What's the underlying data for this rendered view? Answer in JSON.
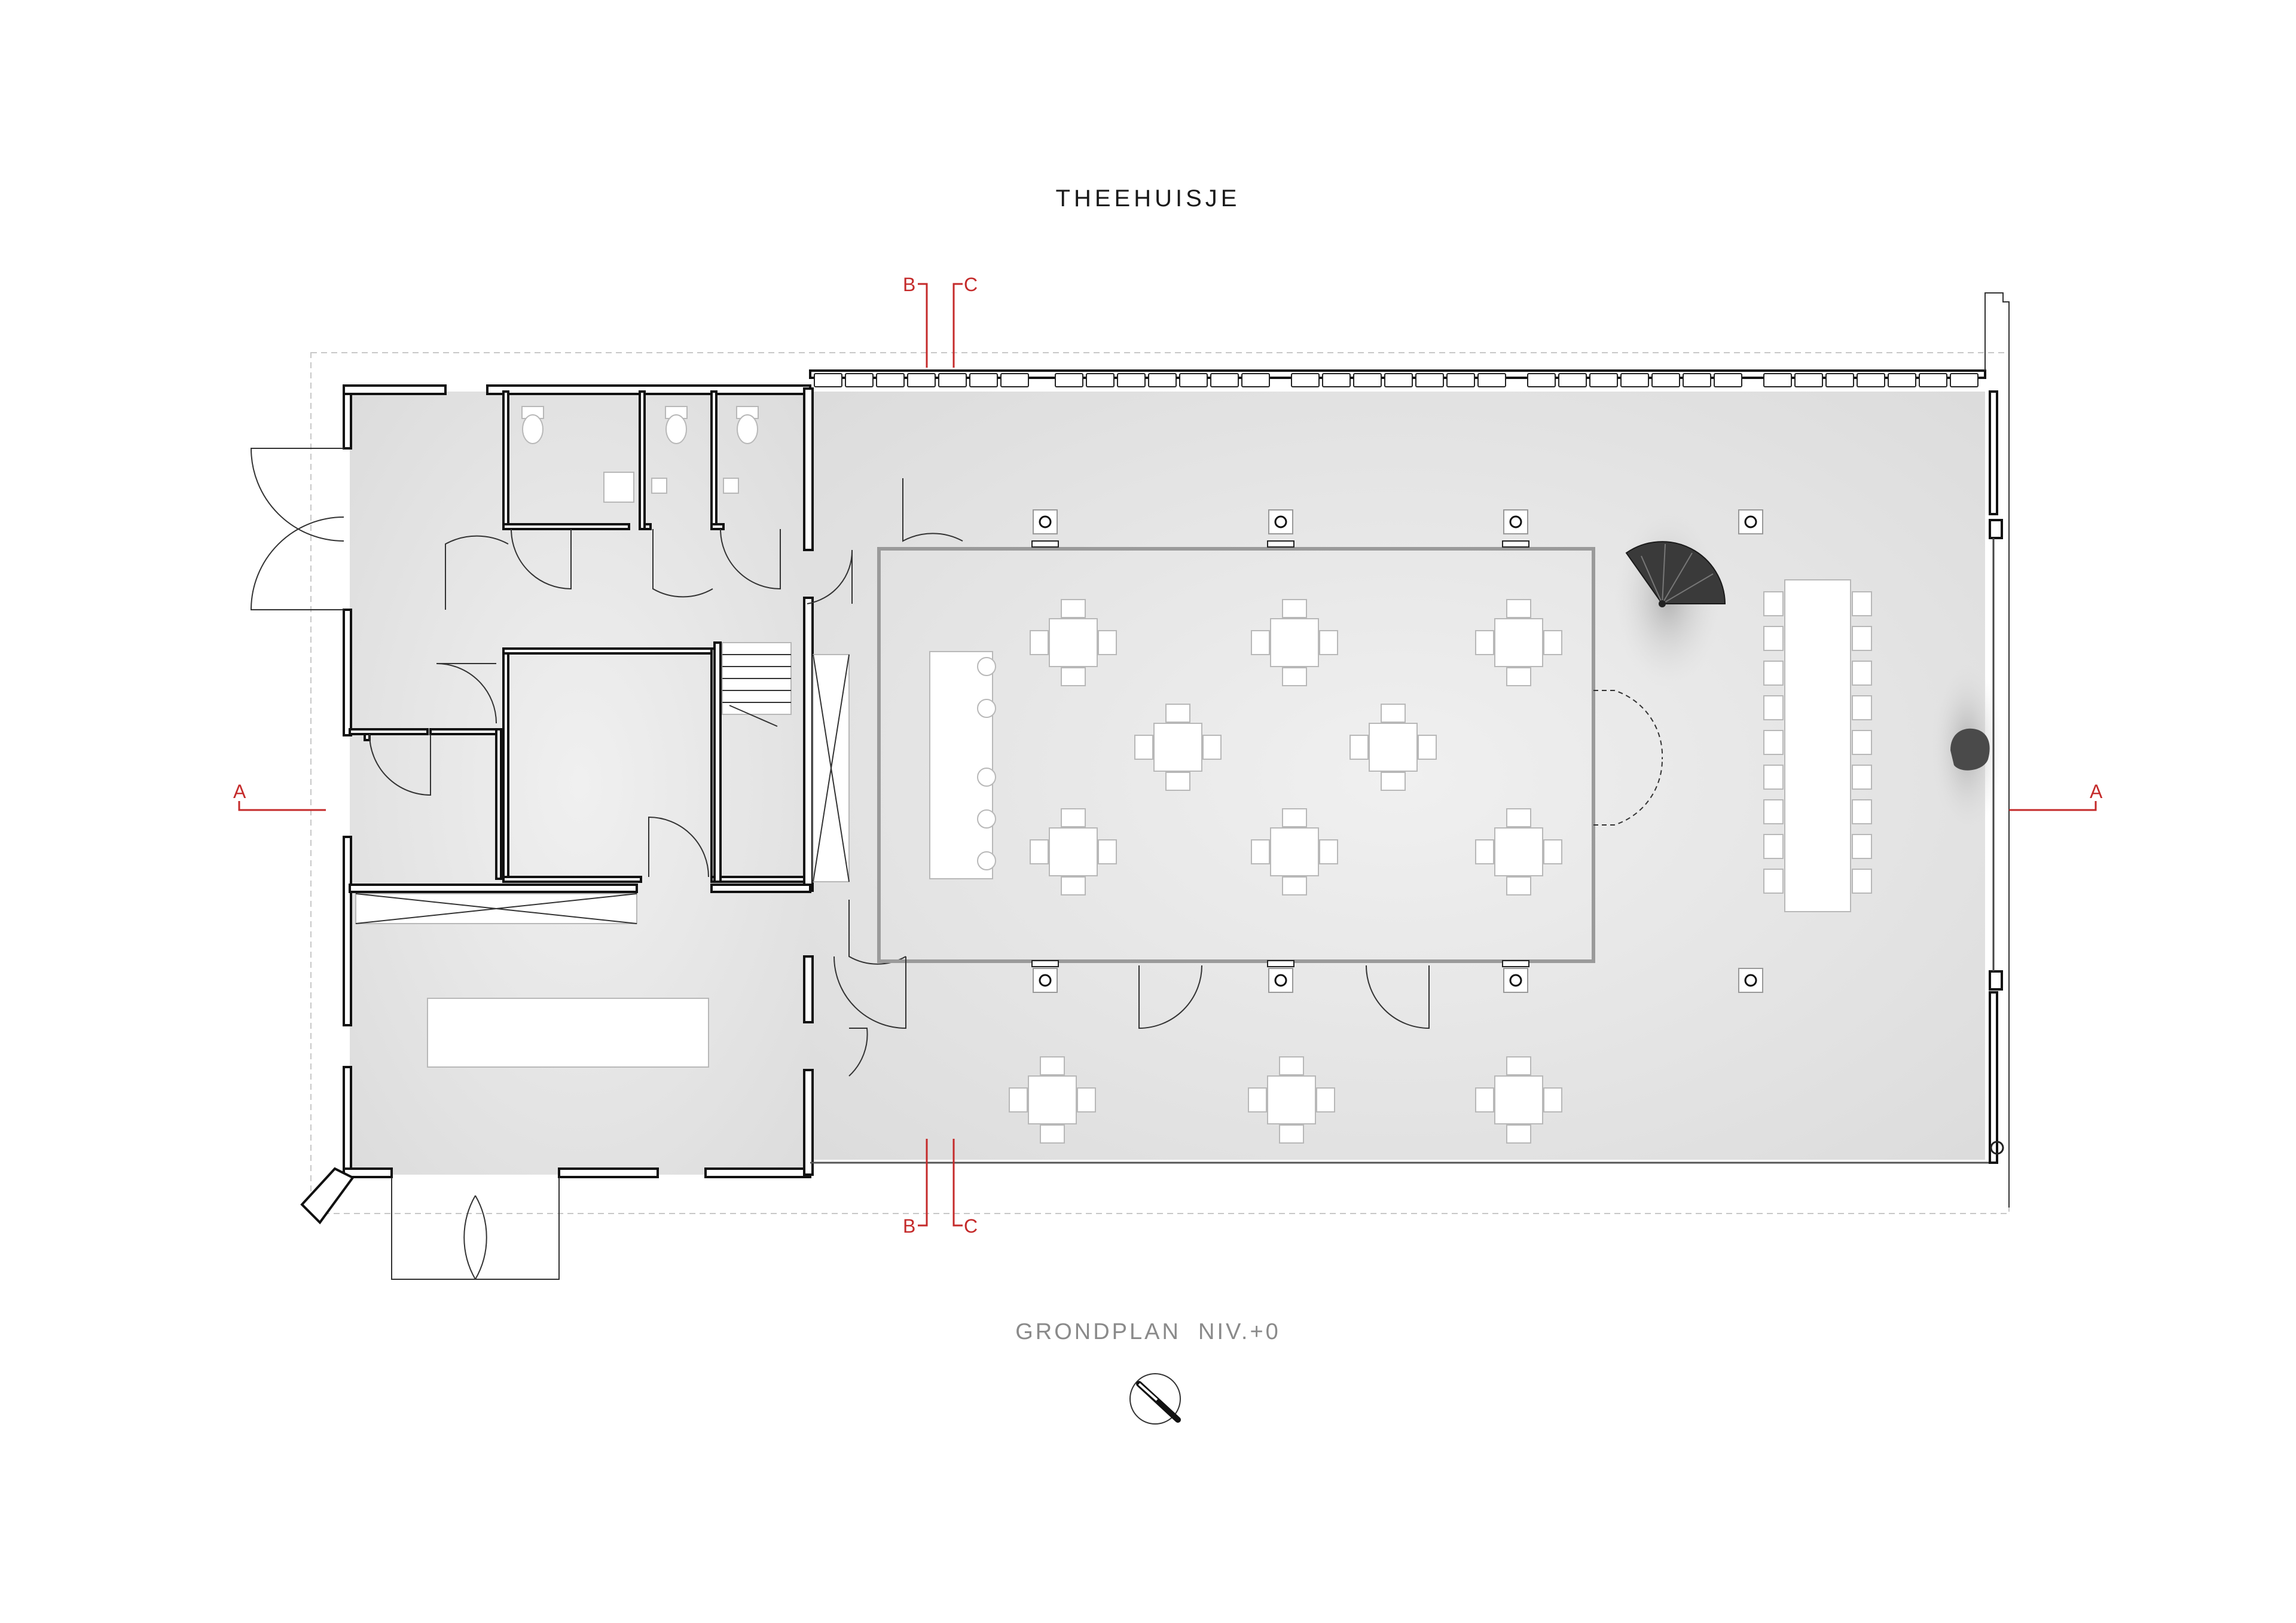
{
  "title": "THEEHUISJE",
  "plan_label": "GRONDPLAN  NIV.+0",
  "section_marks": {
    "a": "A",
    "b": "B",
    "c": "C"
  },
  "colors": {
    "section_red": "#c42a2a",
    "wall": "#111111",
    "floor": "#e8e8e8",
    "stair": "#3a3a3a"
  },
  "icons": {
    "north_arrow": "north-arrow-icon",
    "spiral_stair": "spiral-stair-icon",
    "stove": "stove-icon"
  }
}
